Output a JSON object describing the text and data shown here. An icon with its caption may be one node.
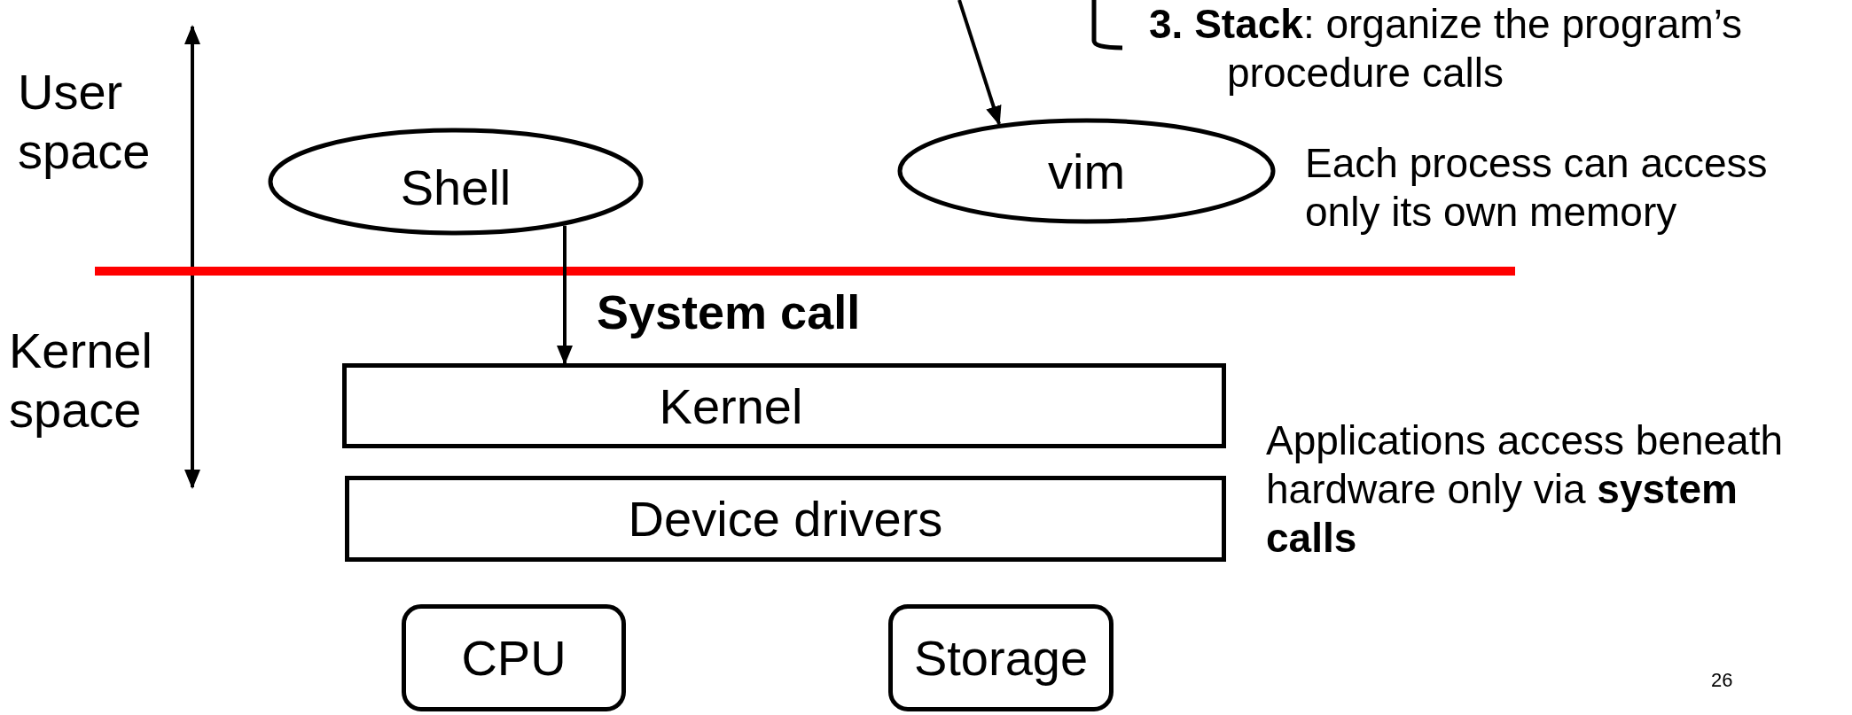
{
  "diagram": {
    "nodes": [
      {
        "text": [
          "Shell"
        ]
      },
      {
        "text": [
          "vim"
        ]
      },
      {
        "text": [
          "Kernel"
        ]
      },
      {
        "text": [
          "Device drivers"
        ]
      },
      {
        "text": [
          "CPU"
        ]
      },
      {
        "text": [
          "Storage"
        ]
      }
    ],
    "edges": [
      {
        "from": null,
        "to": 1,
        "arrow": "to"
      },
      {
        "from": 0,
        "to": 2,
        "arrow": "to",
        "label": "System call"
      }
    ],
    "labels": [
      "**3. Stack**: organize the program’s procedure calls",
      "User space",
      "Each process can access only its own memory",
      "Kernel space",
      "Applications access beneath hardware only via **system calls**",
      "26"
    ]
  }
}
